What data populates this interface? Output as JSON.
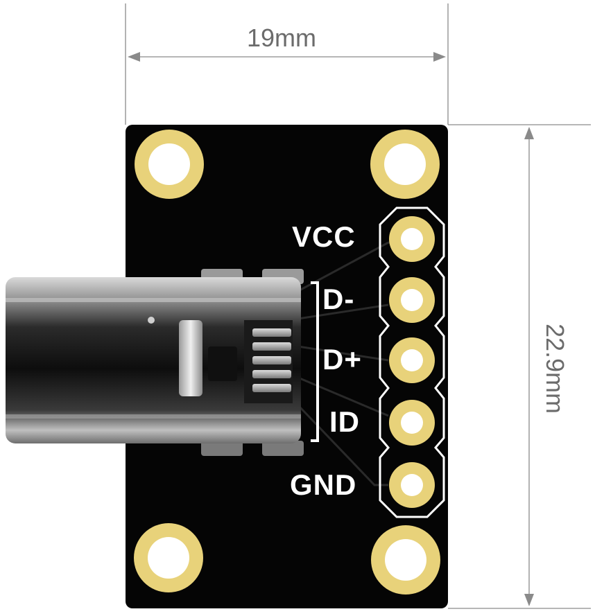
{
  "dimensions": {
    "width_label": "19mm",
    "height_label": "22.9mm",
    "line_color": "#8a8a8a"
  },
  "board": {
    "pcb_color": "#050505",
    "pad_ring_color": "#e8d27a",
    "silkscreen_color": "#ffffff",
    "pin_labels": [
      "VCC",
      "D-",
      "D+",
      "ID",
      "GND"
    ],
    "connector": "usb-type-c-receptacle"
  }
}
